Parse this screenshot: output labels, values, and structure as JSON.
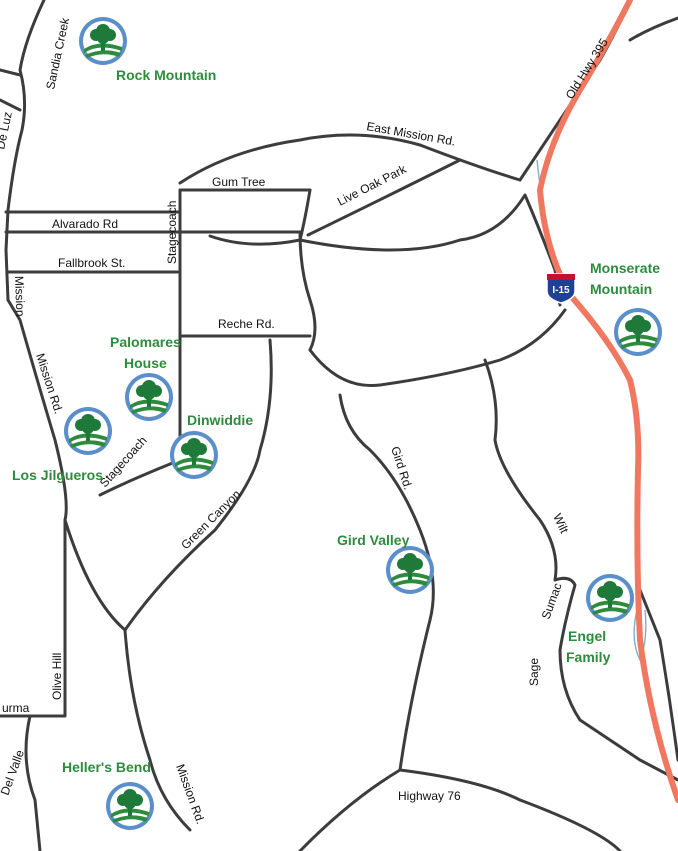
{
  "preserve_logo": {
    "icon": "tree-logo-icon",
    "ring_color": "#5b8fc9",
    "tree_color": "#1f7a3a",
    "ground_color": "#2e8b3e"
  },
  "colors": {
    "road": "#3c3c3c",
    "highway": "#f07860",
    "preserve_label": "#2e8b3e",
    "water": "#7fb0c8"
  },
  "preserves": [
    {
      "id": "rock-mountain",
      "lines": [
        "Rock Mountain"
      ]
    },
    {
      "id": "monserate-mountain",
      "lines": [
        "Monserate",
        "Mountain"
      ]
    },
    {
      "id": "palomares-house",
      "lines": [
        "Palomares",
        "House"
      ]
    },
    {
      "id": "dinwiddie",
      "lines": [
        "Dinwiddie"
      ]
    },
    {
      "id": "los-jilgueros",
      "lines": [
        "Los Jilgueros"
      ]
    },
    {
      "id": "gird-valley",
      "lines": [
        "Gird Valley"
      ]
    },
    {
      "id": "engel-family",
      "lines": [
        "Engel",
        "Family"
      ]
    },
    {
      "id": "hellers-bend",
      "lines": [
        "Heller's Bend"
      ]
    }
  ],
  "roads": {
    "sandia_creek": "Sandia Creek",
    "de_luz": "De Luz",
    "old_hwy_395": "Old Hwy 395",
    "east_mission": "East Mission Rd.",
    "gum_tree": "Gum Tree",
    "live_oak_park": "Live Oak Park",
    "alvarado": "Alvarado Rd",
    "stagecoach_north": "Stagecoach",
    "fallbrook": "Fallbrook St.",
    "mission_north": "Mission",
    "reche": "Reche Rd.",
    "mission_rd": "Mission Rd.",
    "stagecoach_south": "Stagecoach",
    "green_canyon": "Green Canyon",
    "gird_rd": "Gird Rd.",
    "wilt": "Wilt",
    "sumac": "Sumac",
    "sage": "Sage",
    "olive_hill": "Olive Hill",
    "burma": "urma",
    "del_valle": "Del Valle",
    "mission_rd_south": "Mission Rd.",
    "highway_76": "Highway 76"
  },
  "interstate": {
    "label": "I-15",
    "top_color": "#c8102e",
    "body_color": "#1f3f99"
  }
}
